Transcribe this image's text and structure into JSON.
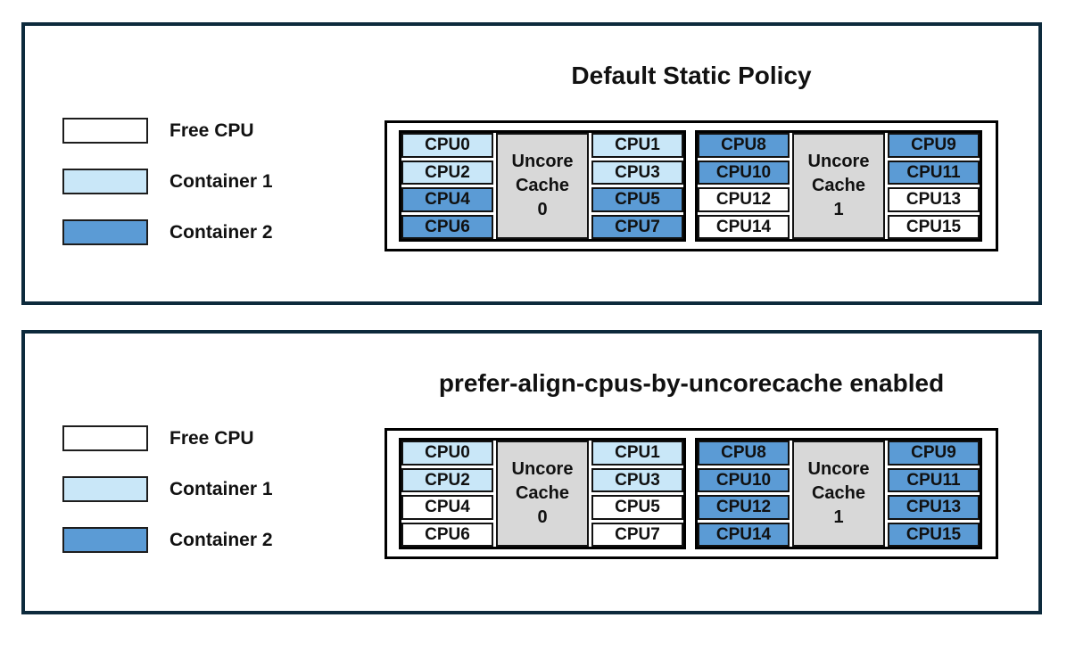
{
  "colors": {
    "free": "#ffffff",
    "container1": "#c9e7f8",
    "container2": "#5b9bd5",
    "uncore_bg": "#d8d8d8",
    "cell_border": "#111111",
    "panel_border": "#0d2a3c",
    "diagram_border": "#000000",
    "text": "#111111"
  },
  "legend": {
    "items": [
      {
        "label": "Free CPU",
        "type": "free"
      },
      {
        "label": "Container 1",
        "type": "container1"
      },
      {
        "label": "Container 2",
        "type": "container2"
      }
    ]
  },
  "panels": [
    {
      "title": "Default Static Policy",
      "groups": [
        {
          "uncore_label": [
            "Uncore",
            "Cache",
            "0"
          ],
          "left": [
            {
              "label": "CPU0",
              "type": "container1"
            },
            {
              "label": "CPU2",
              "type": "container1"
            },
            {
              "label": "CPU4",
              "type": "container2"
            },
            {
              "label": "CPU6",
              "type": "container2"
            }
          ],
          "right": [
            {
              "label": "CPU1",
              "type": "container1"
            },
            {
              "label": "CPU3",
              "type": "container1"
            },
            {
              "label": "CPU5",
              "type": "container2"
            },
            {
              "label": "CPU7",
              "type": "container2"
            }
          ]
        },
        {
          "uncore_label": [
            "Uncore",
            "Cache",
            "1"
          ],
          "left": [
            {
              "label": "CPU8",
              "type": "container2"
            },
            {
              "label": "CPU10",
              "type": "container2"
            },
            {
              "label": "CPU12",
              "type": "free"
            },
            {
              "label": "CPU14",
              "type": "free"
            }
          ],
          "right": [
            {
              "label": "CPU9",
              "type": "container2"
            },
            {
              "label": "CPU11",
              "type": "container2"
            },
            {
              "label": "CPU13",
              "type": "free"
            },
            {
              "label": "CPU15",
              "type": "free"
            }
          ]
        }
      ]
    },
    {
      "title": "prefer-align-cpus-by-uncorecache enabled",
      "groups": [
        {
          "uncore_label": [
            "Uncore",
            "Cache",
            "0"
          ],
          "left": [
            {
              "label": "CPU0",
              "type": "container1"
            },
            {
              "label": "CPU2",
              "type": "container1"
            },
            {
              "label": "CPU4",
              "type": "free"
            },
            {
              "label": "CPU6",
              "type": "free"
            }
          ],
          "right": [
            {
              "label": "CPU1",
              "type": "container1"
            },
            {
              "label": "CPU3",
              "type": "container1"
            },
            {
              "label": "CPU5",
              "type": "free"
            },
            {
              "label": "CPU7",
              "type": "free"
            }
          ]
        },
        {
          "uncore_label": [
            "Uncore",
            "Cache",
            "1"
          ],
          "left": [
            {
              "label": "CPU8",
              "type": "container2"
            },
            {
              "label": "CPU10",
              "type": "container2"
            },
            {
              "label": "CPU12",
              "type": "container2"
            },
            {
              "label": "CPU14",
              "type": "container2"
            }
          ],
          "right": [
            {
              "label": "CPU9",
              "type": "container2"
            },
            {
              "label": "CPU11",
              "type": "container2"
            },
            {
              "label": "CPU13",
              "type": "container2"
            },
            {
              "label": "CPU15",
              "type": "container2"
            }
          ]
        }
      ]
    }
  ]
}
